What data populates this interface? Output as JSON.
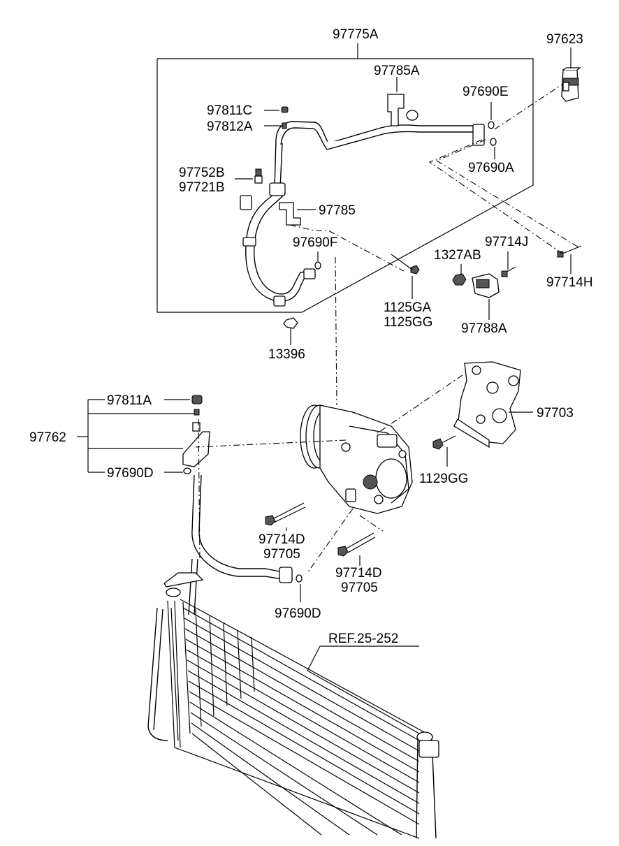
{
  "labels": {
    "l97775A": "97775A",
    "l97623": "97623",
    "l97785A": "97785A",
    "l97690E": "97690E",
    "l97811C": "97811C",
    "l97812A": "97812A",
    "l97690A": "97690A",
    "l97752B": "97752B",
    "l97721B": "97721B",
    "l97785": "97785",
    "l97690F": "97690F",
    "l1327AB": "1327AB",
    "l97714J": "97714J",
    "l97714H": "97714H",
    "l1125GA": "1125GA",
    "l1125GG": "1125GG",
    "l97788A": "97788A",
    "l13396": "13396",
    "l97811A": "97811A",
    "l97703": "97703",
    "l97762": "97762",
    "l97690D_top": "97690D",
    "l1129GG": "1129GG",
    "l97714D_a": "97714D",
    "l97705_a": "97705",
    "l97714D_b": "97714D",
    "l97705_b": "97705",
    "l97690D_bot": "97690D",
    "lREF": "REF.25-252"
  }
}
